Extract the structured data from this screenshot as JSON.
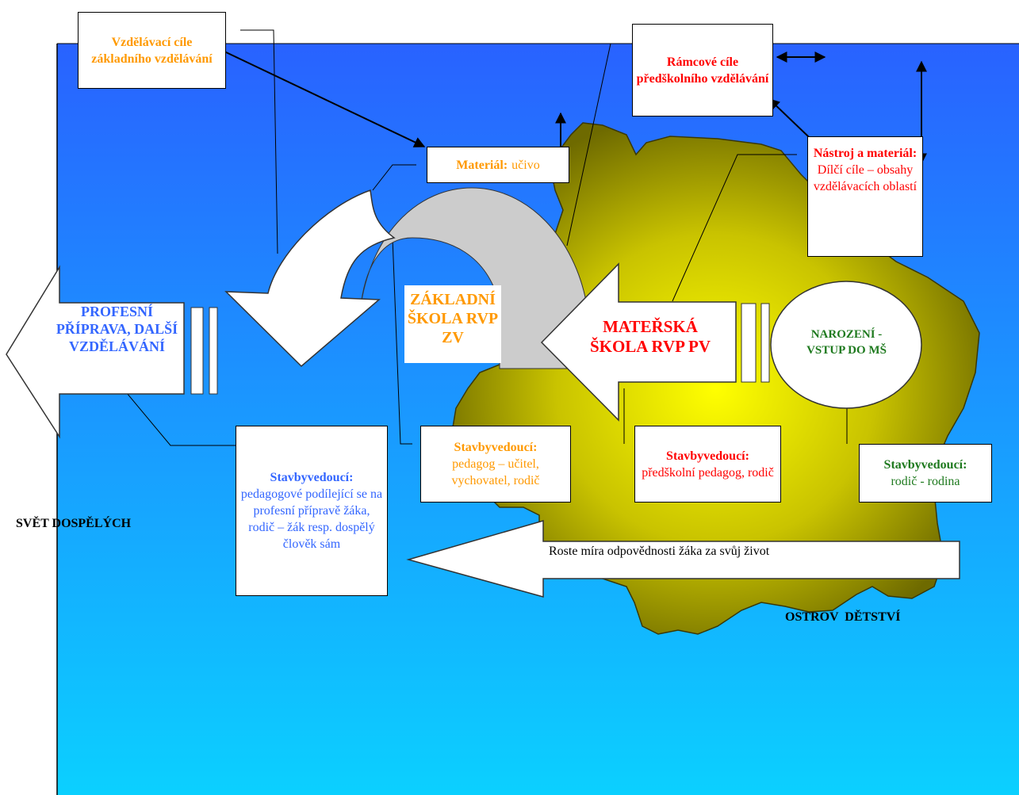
{
  "colors": {
    "sea_top": "#2962ff",
    "sea_bottom": "#0bd0ff",
    "island_center": "#ffff00",
    "island_edge": "#6e6a00",
    "orange": "#ff9900",
    "red": "#ff0000",
    "blue": "#3366ff",
    "green": "#1f7a1f"
  },
  "boxes": {
    "zv_goals": "Vzdělávací cíle základního vzdělávání",
    "pv_goals": "Rámcové cíle předškolního vzdělávání",
    "material_label": "Materiál:",
    "material_text": "učivo",
    "tool_label": "Nástroj a materiál:",
    "tool_text": "Dílčí cíle – obsahy vzdělávacích oblastí"
  },
  "arrows": {
    "profesni": "PROFESNÍ PŘÍPRAVA, DALŠÍ VZDĚLÁVÁNÍ",
    "zakladni": "ZÁKLADNÍ ŠKOLA RVP ZV",
    "materska": "MATEŘSKÁ ŠKOLA RVP PV",
    "narozeni": "NAROZENÍ - VSTUP DO MŠ",
    "responsibility": "Roste míra odpovědnosti žáka za svůj život"
  },
  "builders": [
    {
      "label": "Stavbyvedoucí:",
      "text": "pedagogové podílející se na profesní přípravě žáka, rodič – žák resp. dospělý člověk sám"
    },
    {
      "label": "Stavbyvedoucí:",
      "text": "pedagog – učitel, vychovatel, rodič"
    },
    {
      "label": "Stavbyvedoucí:",
      "text": "předškolní pedagog, rodič"
    },
    {
      "label": "Stavbyvedoucí:",
      "text": "rodič - rodina"
    }
  ],
  "labels": {
    "adult_world": "SVĚT DOSPĚLÝCH",
    "childhood_island": "OSTROV DĚTSTVÍ"
  }
}
